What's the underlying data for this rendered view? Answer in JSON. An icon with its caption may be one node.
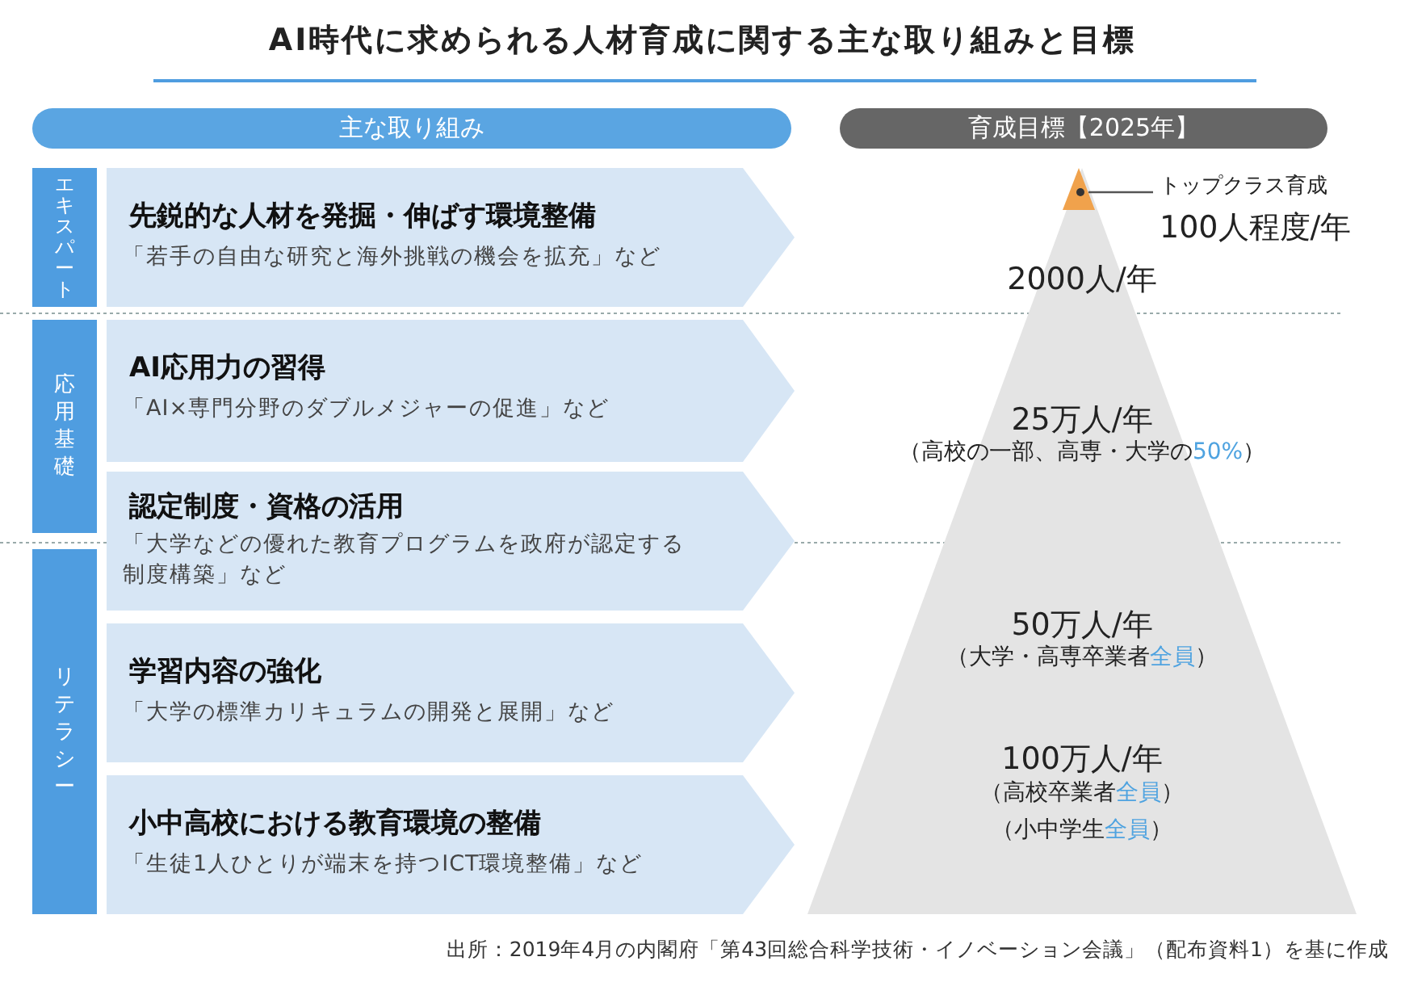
{
  "diagram": {
    "title": "AI時代に求められる人材育成に関する主な取り組みと目標",
    "caption": "出所：2019年4月の内閣府「第43回総合科学技術・イノベーション会議」（配布資料1）を基に作成",
    "nodes": [
      {
        "text": [
          "主な取り組み"
        ]
      },
      {
        "text": [
          "育成目標【2025年】"
        ]
      },
      {
        "text": [
          "エキスパート"
        ]
      },
      {
        "text": [
          "応用基礎"
        ]
      },
      {
        "text": [
          "リテラシー"
        ]
      },
      {
        "text": [
          "先鋭的な人材を発掘・伸ばす環境整備",
          "「若手の自由な研究と海外挑戦の機会を拡充」など"
        ]
      },
      {
        "text": [
          "AI応用力の習得",
          "「AI×専門分野のダブルメジャーの促進」など"
        ]
      },
      {
        "text": [
          "認定制度・資格の活用",
          "「大学などの優れた教育プログラムを政府が認定する制度構築」など"
        ]
      },
      {
        "text": [
          "学習内容の強化",
          "「大学の標準カリキュラムの開発と展開」など"
        ]
      },
      {
        "text": [
          "小中高校における教育環境の整備",
          "「生徒1人ひとりが端末を持つICT環境整備」など"
        ]
      },
      {
        "text": [
          "2000人/年",
          "25万人/年",
          "（高校の一部、高専・大学の**50%**）",
          "50万人/年",
          "（大学・高専卒業者**全員**）",
          "100万人/年",
          "（高校卒業者**全員**）",
          "（小中学生**全員**）"
        ]
      },
      {
        "text": [],
        "shape": "triangle",
        "in": 10
      },
      {
        "text": [
          "トップクラス育成",
          "100人程度/年"
        ]
      }
    ],
    "edges": [
      {
        "from": 12,
        "to": 11,
        "arrow": "none"
      }
    ]
  }
}
